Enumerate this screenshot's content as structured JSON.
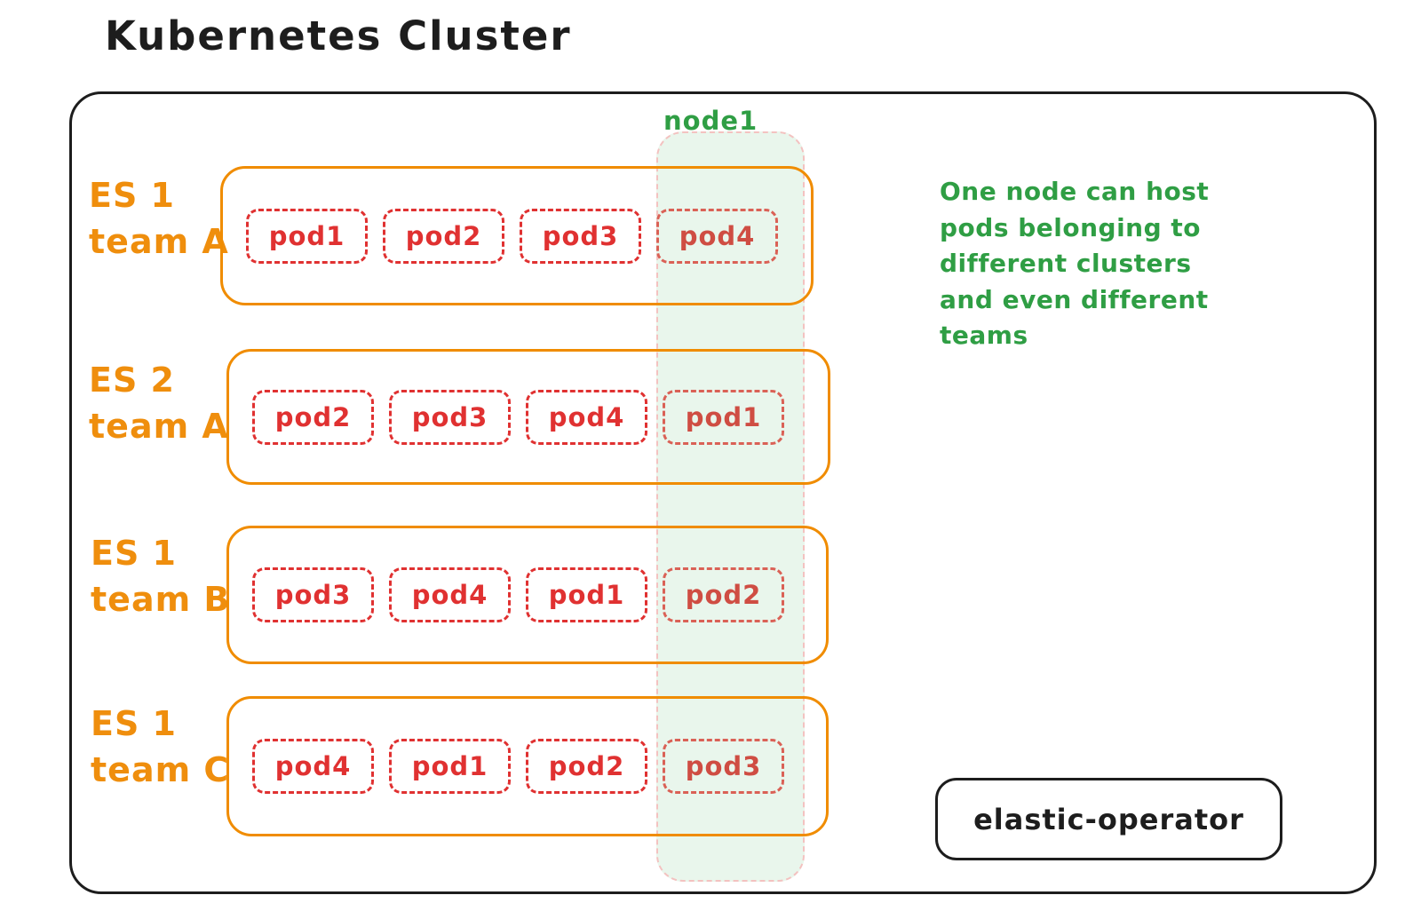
{
  "title": "Kubernetes Cluster",
  "colors": {
    "ink": "#1d1d1d",
    "orange": "#ef8e0d",
    "red": "#e03131",
    "red_washed": "#cf4d43",
    "green": "#2f9e44",
    "green_fill": "#e9f6ec",
    "pink_dashed_border": "#f3c2c0"
  },
  "node_column": {
    "label": "node1"
  },
  "clusters": [
    {
      "name_line1": "ES 1",
      "name_line2": "team A",
      "pods": [
        "pod1",
        "pod2",
        "pod3",
        "pod4"
      ]
    },
    {
      "name_line1": "ES 2",
      "name_line2": "team A",
      "pods": [
        "pod2",
        "pod3",
        "pod4",
        "pod1"
      ]
    },
    {
      "name_line1": "ES 1",
      "name_line2": "team B",
      "pods": [
        "pod3",
        "pod4",
        "pod1",
        "pod2"
      ]
    },
    {
      "name_line1": "ES 1",
      "name_line2": "team C",
      "pods": [
        "pod4",
        "pod1",
        "pod2",
        "pod3"
      ]
    }
  ],
  "annotation": "One node can host\npods belonging to\ndifferent clusters\nand even different\nteams",
  "operator_label": "elastic-operator"
}
